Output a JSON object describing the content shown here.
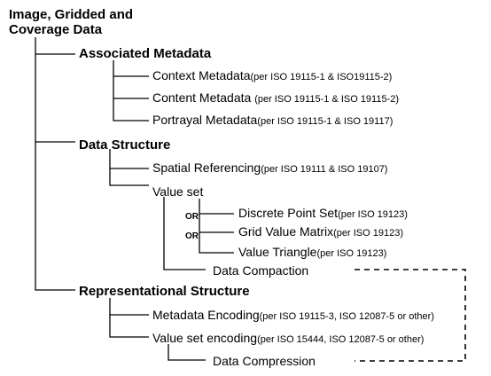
{
  "root": {
    "line1": "Image, Gridded and",
    "line2": "Coverage Data"
  },
  "associated_metadata": {
    "label": "Associated Metadata",
    "items": [
      {
        "label": "Context Metadata",
        "note": "(per ISO 19115-1 & ISO19115-2)"
      },
      {
        "label": "Content Metadata ",
        "note": "(per ISO 19115-1 & ISO 19115-2)"
      },
      {
        "label": "Portrayal Metadata",
        "note": "(per ISO 19115-1 & ISO 19117)"
      }
    ]
  },
  "data_structure": {
    "label": "Data Structure",
    "spatial_referencing": {
      "label": "Spatial Referencing",
      "note": "(per ISO 19111 & ISO 19107)"
    },
    "value_set": {
      "label": "Value set",
      "connector": "OR",
      "items": [
        {
          "label": "Discrete Point Set",
          "note": "(per ISO 19123)"
        },
        {
          "label": "Grid Value Matrix",
          "note": "(per ISO 19123)"
        },
        {
          "label": "Value Triangle",
          "note": "(per ISO 19123)"
        }
      ]
    },
    "data_compaction": "Data Compaction"
  },
  "representational_structure": {
    "label": "Representational Structure",
    "metadata_encoding": {
      "label": "Metadata Encoding",
      "note": "(per ISO 19115-3, ISO 12087-5 or other)"
    },
    "value_set_encoding": {
      "label": "Value set encoding",
      "note": "(per ISO 15444, ISO 12087-5 or other)"
    },
    "data_compression": "Data Compression"
  }
}
